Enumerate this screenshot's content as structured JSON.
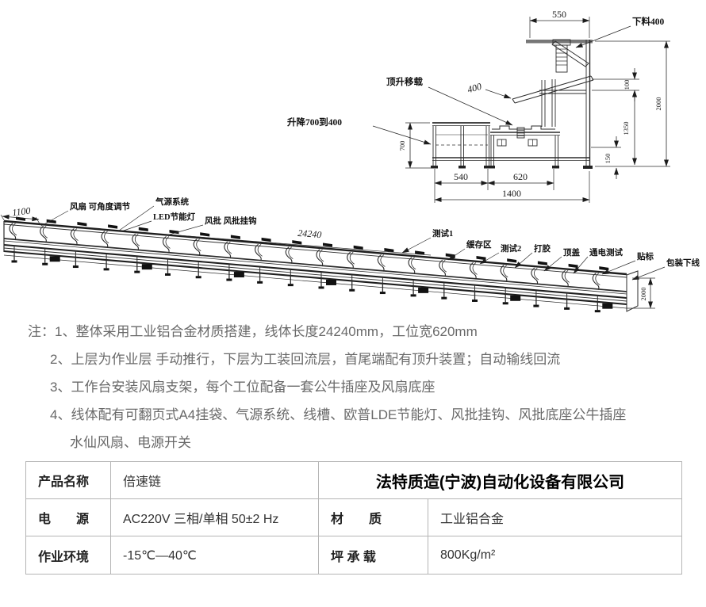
{
  "drawing": {
    "cross_section": {
      "width_top": "550",
      "blanking": "下料400",
      "lift_transfer": "顶升移载",
      "lift_range": "升降700到400",
      "incline": "400",
      "height_left": "700",
      "h100": "100",
      "h1350": "1350",
      "h150": "150",
      "h2000": "2000",
      "w540": "540",
      "w620": "620",
      "w1400": "1400"
    },
    "conveyor": {
      "w1100": "1100",
      "total_length": "24240",
      "end_height": "2000",
      "fan": "风扇 可角度调节",
      "air": "气源系统",
      "led": "LED节能灯",
      "driver": "风批 风批挂钩",
      "stations": [
        "测试1",
        "缓存区",
        "测试2",
        "打胶",
        "顶盖",
        "通电测试",
        "贴标",
        "包装下线"
      ]
    }
  },
  "notes": {
    "label": "注：",
    "lines": [
      {
        "num": "1、",
        "text": "整体采用工业铝合金材质搭建，线体长度24240mm，工位宽620mm"
      },
      {
        "num": "2、",
        "text": "上层为作业层 手动推行，下层为工装回流层，首尾端配有顶升装置；自动输线回流"
      },
      {
        "num": "3、",
        "text": "工作台安装风扇支架，每个工位配备一套公牛插座及风扇底座"
      },
      {
        "num": "4、",
        "text": "线体配有可翻页式A4挂袋、气源系统、线槽、欧普LDE节能灯、风批挂钩、风批底座公牛插座"
      }
    ],
    "continuation": "水仙风扇、电源开关"
  },
  "table": {
    "company": "法特质造(宁波)自动化设备有限公司",
    "row1": {
      "label": "产品名称",
      "value": "倍速链"
    },
    "row2": {
      "label1": "电　　源",
      "value1": "AC220V 三相/单相 50±2 Hz",
      "label2": "材　　质",
      "value2": "工业铝合金"
    },
    "row3": {
      "label1": "作业环境",
      "value1": "-15℃—40℃",
      "label2": "坪 承 载",
      "value2": "800Kg/m²"
    }
  },
  "colors": {
    "line": "#2b2b2b",
    "note_text": "#696969",
    "table_border": "#b5b5b5",
    "accent": "#000000"
  }
}
